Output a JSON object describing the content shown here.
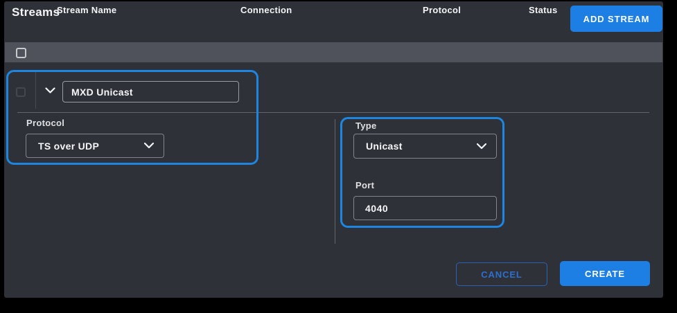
{
  "page": {
    "title": "Streams"
  },
  "toolbar": {
    "add_stream_label": "ADD STREAM"
  },
  "table": {
    "columns": [
      "Stream Name",
      "Connection",
      "Protocol",
      "Status"
    ]
  },
  "row": {
    "stream_name_value": "MXD Unicast"
  },
  "form": {
    "protocol": {
      "label": "Protocol",
      "value": "TS over UDP"
    },
    "type": {
      "label": "Type",
      "value": "Unicast"
    },
    "port": {
      "label": "Port",
      "value": "4040"
    }
  },
  "footer": {
    "cancel_label": "CANCEL",
    "create_label": "CREATE"
  },
  "icons": {
    "expander": "chevron-down-icon",
    "dropdown": "chevron-down-icon"
  },
  "colors": {
    "accent_blue": "#1d7fe3",
    "highlight_blue": "#1e86e0",
    "panel_bg": "#2f3138",
    "table_header_bg": "#50525b",
    "frame": "#000000"
  }
}
